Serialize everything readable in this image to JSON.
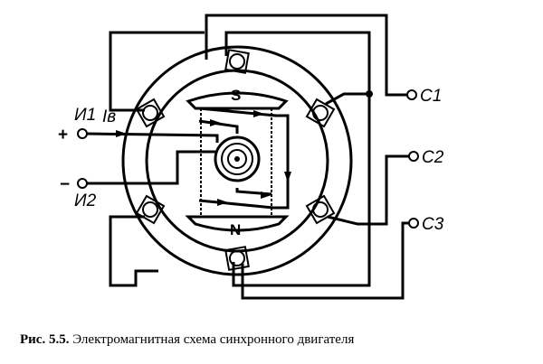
{
  "figure": {
    "labels": {
      "i1": "И1",
      "i2": "И2",
      "iv": "Iв",
      "plus": "+",
      "minus": "−",
      "c1": "С1",
      "c2": "С2",
      "c3": "С3",
      "pole_s": "S",
      "pole_n": "N"
    }
  },
  "caption": {
    "number": "Рис. 5.5.",
    "text": "Электромагнитная схема синхронного двигателя"
  }
}
